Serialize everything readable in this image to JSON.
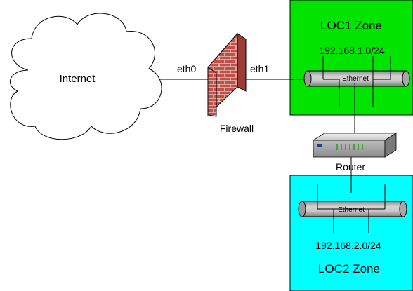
{
  "internet": {
    "label": "Internet"
  },
  "firewall": {
    "label": "Firewall",
    "iface_left": "eth0",
    "iface_right": "eth1"
  },
  "router": {
    "label": "Router"
  },
  "loc1": {
    "title": "LOC1 Zone",
    "subnet": "192.168.1.0/24",
    "bus_label": "Ethernet",
    "color": "#00e400"
  },
  "loc2": {
    "title": "LOC2 Zone",
    "subnet": "192.168.2.0/24",
    "bus_label": "Ethernet",
    "color": "#00ffff"
  }
}
